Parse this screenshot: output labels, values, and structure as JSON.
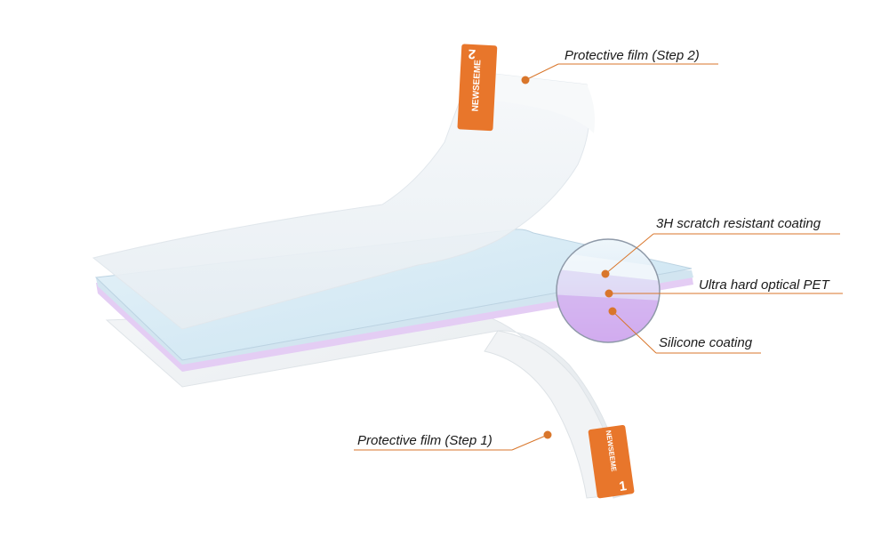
{
  "labels": {
    "film_step2": "Protective film (Step 2)",
    "scratch_coating": "3H scratch resistant coating",
    "optical_pet": "Ultra hard optical PET",
    "silicone_coating": "Silicone coating",
    "film_step1": "Protective film (Step 1)"
  },
  "tabs": {
    "step2": {
      "number": "2",
      "brand": "NEWSEEME"
    },
    "step1": {
      "number": "1",
      "brand": "NEWSEEME"
    }
  },
  "colors": {
    "accent": "#d9762b",
    "tab": "#e8762b",
    "film": "#eef3f7",
    "glass": "#d9ecf6",
    "silicone": "#d6b8ee",
    "lens_ring": "#8e99a8"
  }
}
